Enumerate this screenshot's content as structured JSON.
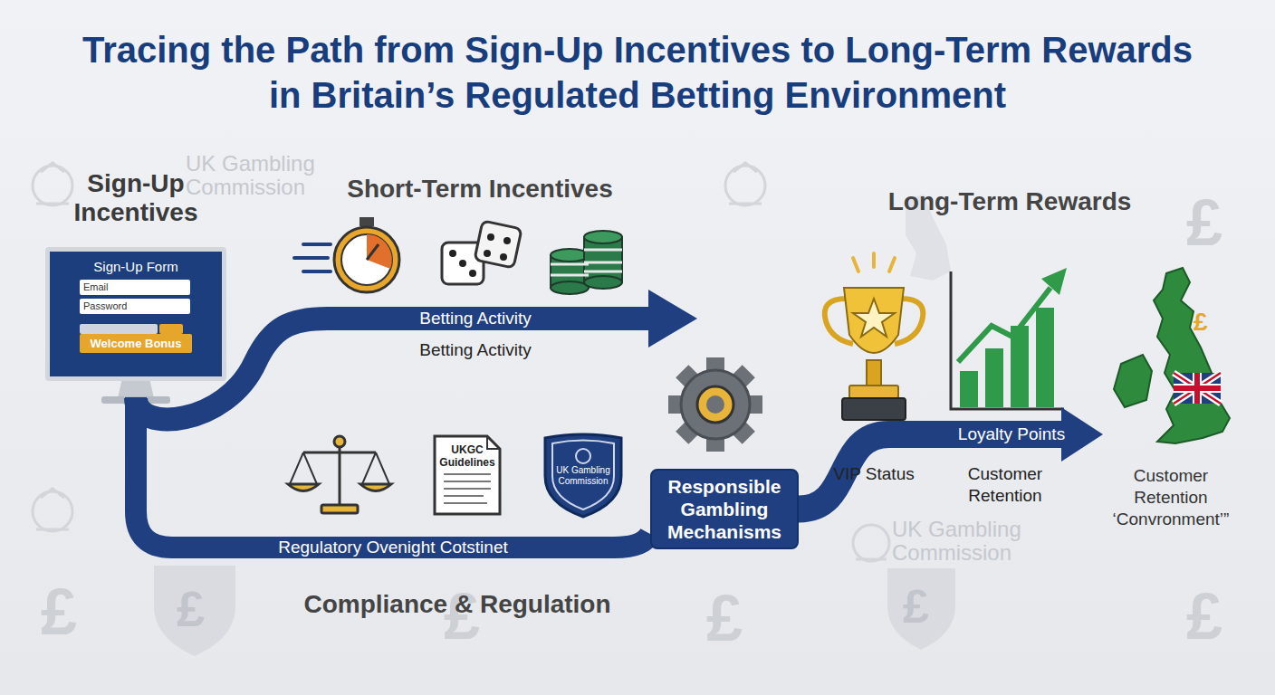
{
  "diagram": {
    "title": "Tracing the Path from Sign-Up Incentives to Long-Term Rewards in Britain’s Regulated Betting Environment",
    "nodes": [
      {
        "text": [
          "Sign-Up Incentives",
          "Sign-Up Form"
        ]
      },
      {
        "text": [
          "Email"
        ],
        "in": 0
      },
      {
        "text": [
          "Password"
        ],
        "in": 0
      },
      {
        "text": [
          "Welcome Bonus"
        ],
        "in": 0
      },
      {
        "text": [
          "Responsible Gambling Mechanisms"
        ]
      },
      {
        "text": [
          "UKGC Guidelines"
        ]
      },
      {
        "text": [
          "UK Gambling Commission"
        ]
      },
      {
        "text": [
          "Customer Retention ‘Convronment’”"
        ]
      }
    ],
    "edges": [
      {
        "from": 0,
        "to": 4,
        "arrow": "none",
        "label": "Regulatory Ovenight Cotstinet"
      },
      {
        "from": 4,
        "to": 7,
        "arrow": "to",
        "label": "Loyalty Points"
      }
    ],
    "labels": [
      "Short-Term Incentives",
      "Long-Term Rewards",
      "Betting Activity",
      "Betting Activity",
      "VIP Status",
      "Customer Retention",
      "Compliance & Regulation",
      "UK Gambling Commission",
      "UK Gambling Commission",
      "£",
      "£",
      "£",
      "£",
      "£",
      "£",
      "£",
      "£"
    ]
  }
}
